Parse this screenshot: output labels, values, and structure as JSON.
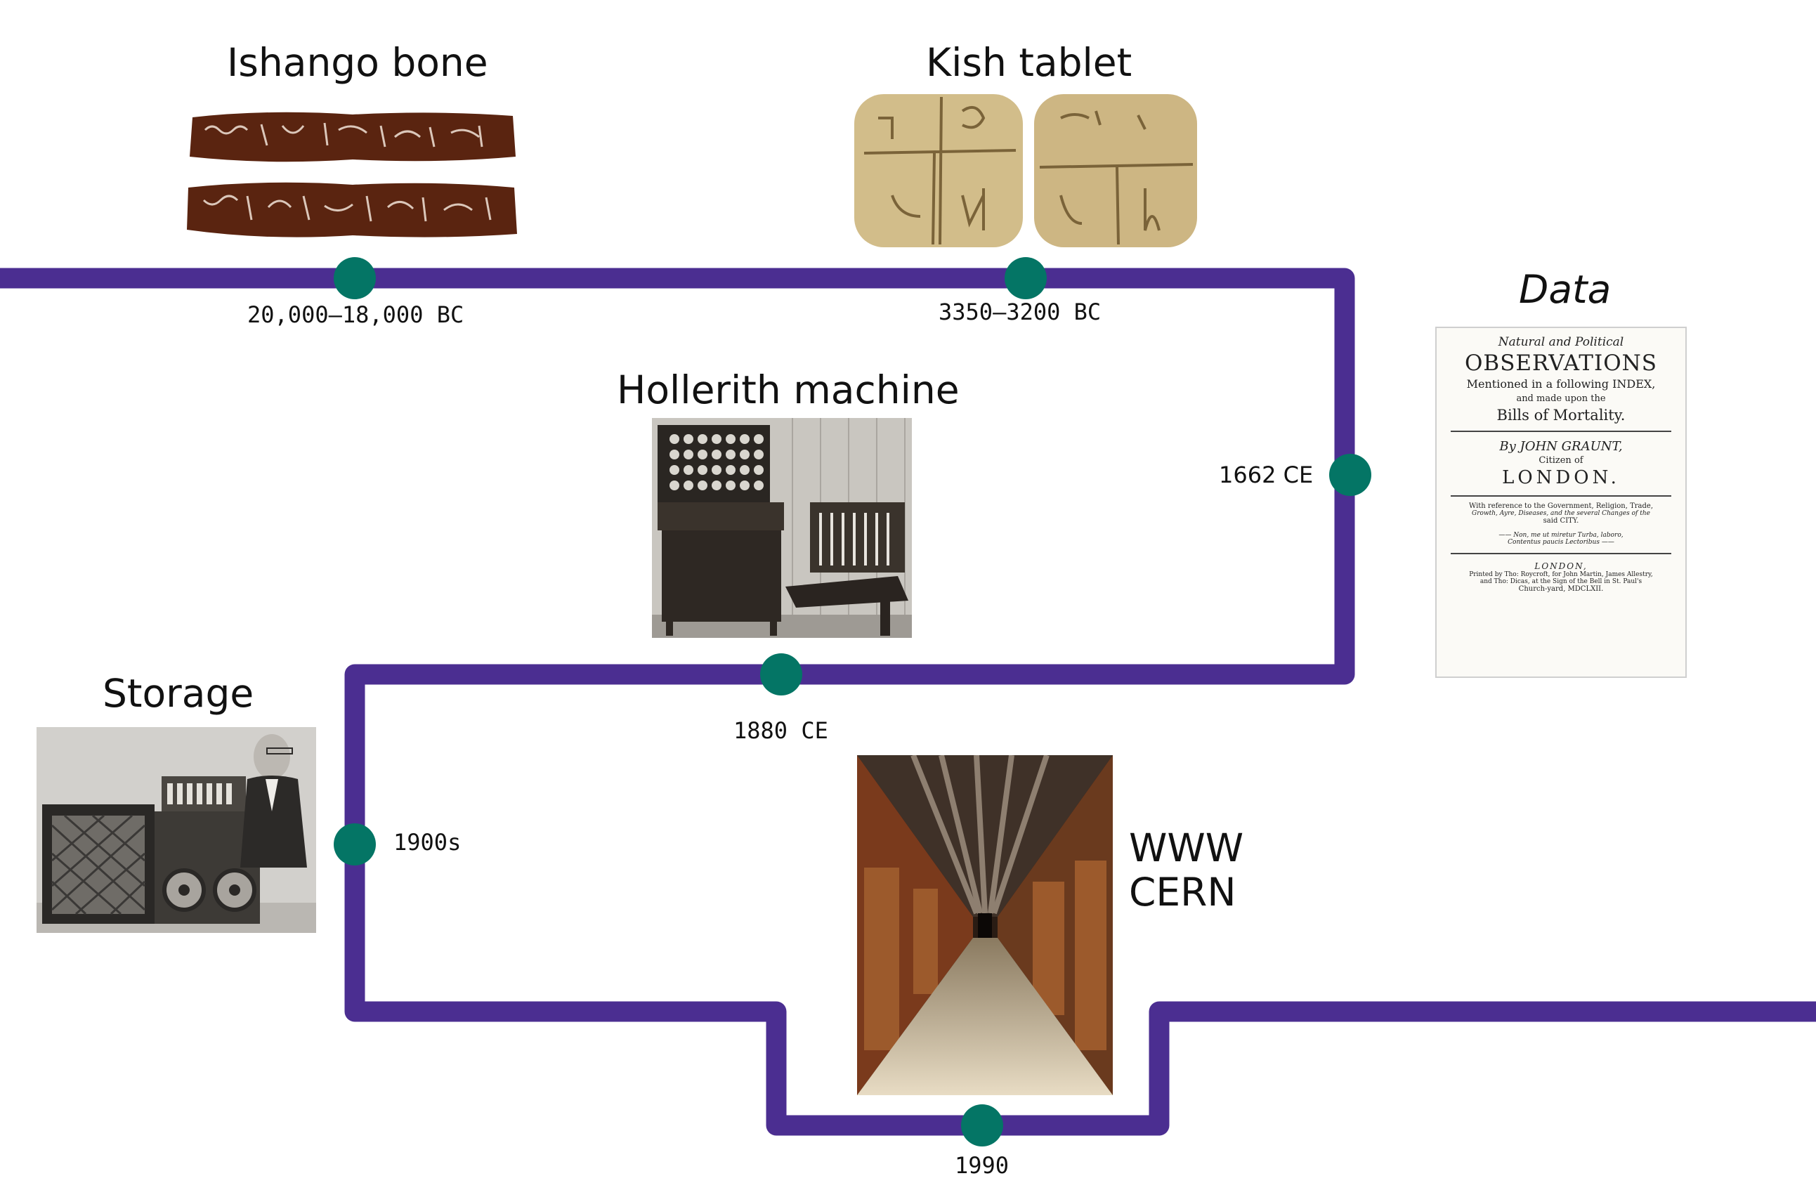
{
  "colors": {
    "line": "#4b2e91",
    "node": "#047565"
  },
  "events": [
    {
      "title": "Ishango bone",
      "date": "20,000–18,000 BC"
    },
    {
      "title": "Kish tablet",
      "date": "3350–3200 BC"
    },
    {
      "title": "Data",
      "date": "1662 CE"
    },
    {
      "title": "Hollerith machine",
      "date": "1880 CE"
    },
    {
      "title": "Storage",
      "date": "1900s"
    },
    {
      "title_line1": "WWW",
      "title_line2": "CERN",
      "date": "1990"
    }
  ],
  "book": {
    "l1": "Natural and Political",
    "l2": "OBSERVATIONS",
    "l3": "Mentioned in a following INDEX,",
    "l4": "and made upon the",
    "l5": "Bills of Mortality.",
    "l6": "By JOHN GRAUNT,",
    "l7": "Citizen of",
    "l8": "LONDON.",
    "l9": "With reference to the Government, Religion, Trade,",
    "l10": "Growth, Ayre, Diseases, and the several Changes of the",
    "l11": "said CITY.",
    "l12": "—— Non, me ut miretur Turba, laboro,",
    "l13": "Contentus paucis Lectoribus ——",
    "l14": "LONDON,",
    "l15": "Printed by Tho: Roycroft, for John Martin, James Allestry,",
    "l16": "and Tho: Dicas, at the Sign of the Bell in St. Paul's",
    "l17": "Church-yard, MDCLXII."
  }
}
